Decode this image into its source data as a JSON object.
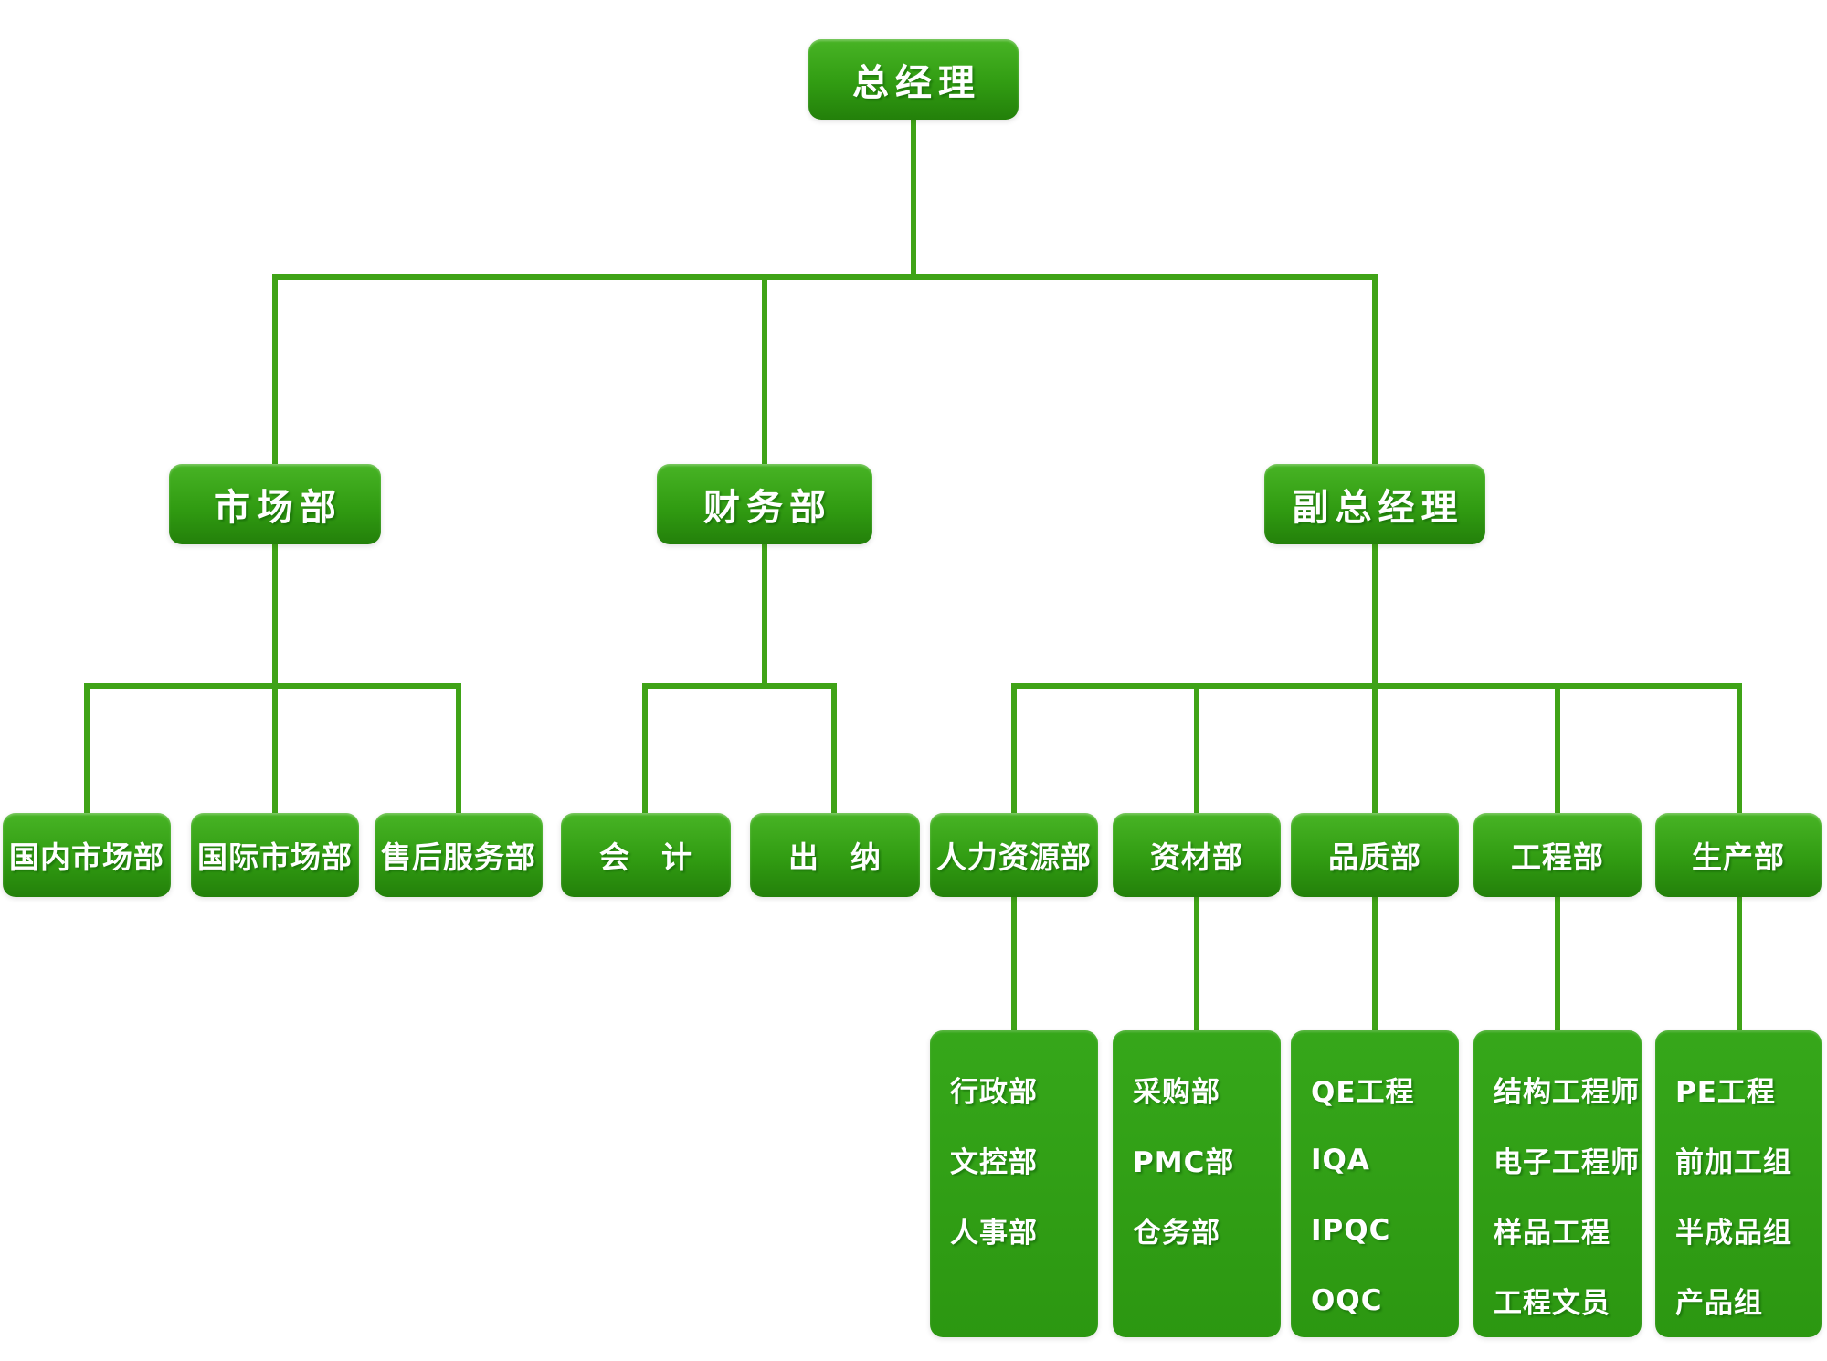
{
  "colors": {
    "box_gradient_top": "#48b425",
    "box_gradient_bottom": "#23800a",
    "tall_box_green": "#2c9711",
    "connector_line": "#3fa317",
    "text": "#ffffff",
    "background": "#ffffff"
  },
  "org": {
    "root": {
      "label": "总经理"
    },
    "level2": [
      {
        "label": "市场部"
      },
      {
        "label": "财务部"
      },
      {
        "label": "副总经理"
      }
    ],
    "level3": [
      {
        "label": "国内市场部"
      },
      {
        "label": "国际市场部"
      },
      {
        "label": "售后服务部"
      },
      {
        "label": "会　计"
      },
      {
        "label": "出　纳"
      },
      {
        "label": "人力资源部"
      },
      {
        "label": "资材部"
      },
      {
        "label": "品质部"
      },
      {
        "label": "工程部"
      },
      {
        "label": "生产部"
      }
    ],
    "level4": [
      {
        "parent": "人力资源部",
        "items": [
          "行政部",
          "文控部",
          "人事部"
        ]
      },
      {
        "parent": "资材部",
        "items": [
          "采购部",
          "PMC部",
          "仓务部"
        ]
      },
      {
        "parent": "品质部",
        "items": [
          "QE工程",
          "IQA",
          "IPQC",
          "OQC"
        ]
      },
      {
        "parent": "工程部",
        "items": [
          "结构工程师",
          "电子工程师",
          "样品工程",
          "工程文员"
        ]
      },
      {
        "parent": "生产部",
        "items": [
          "PE工程",
          "前加工组",
          "半成品组",
          "产品组"
        ]
      }
    ]
  }
}
